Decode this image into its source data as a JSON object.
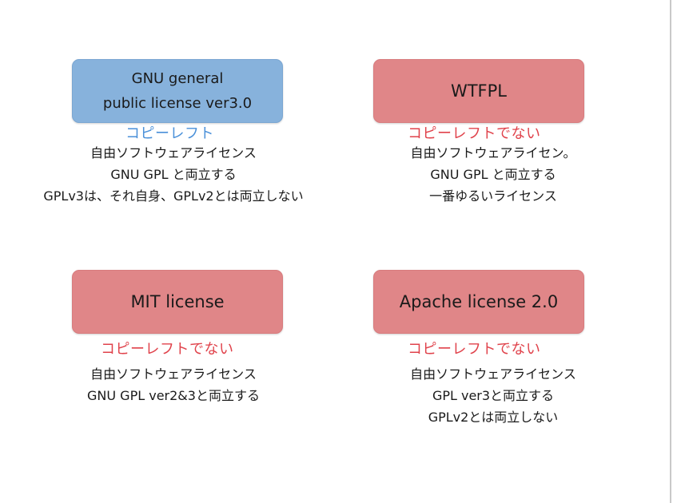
{
  "boxes": [
    {
      "title_line1": "GNU general",
      "title_line2": "public license ver3.0",
      "tag": "コピーレフト",
      "desc": [
        "自由ソフトウェアライセンス",
        "GNU GPL と両立する",
        "GPLv3は、それ自身、GPLv2とは両立しない"
      ]
    },
    {
      "title": "WTFPL",
      "tag": "コピーレフトでない",
      "desc": [
        "自由ソフトウェアライセン。",
        "GNU GPL と両立する",
        "一番ゆるいライセンス"
      ]
    },
    {
      "title": "MIT license",
      "tag": "コピーレフトでない",
      "desc": [
        "自由ソフトウェアライセンス",
        "GNU GPL ver2&3と両立する"
      ]
    },
    {
      "title": "Apache license 2.0",
      "tag": "コピーレフトでない",
      "desc": [
        "自由ソフトウェアライセンス",
        "GPL ver3と両立する",
        "GPLv2とは両立しない"
      ]
    }
  ],
  "colors": {
    "copyleft_box": "#87b2dc",
    "non_copyleft_box": "#e08688",
    "copyleft_tag": "#4a90d9",
    "non_copyleft_tag": "#e0424b"
  }
}
